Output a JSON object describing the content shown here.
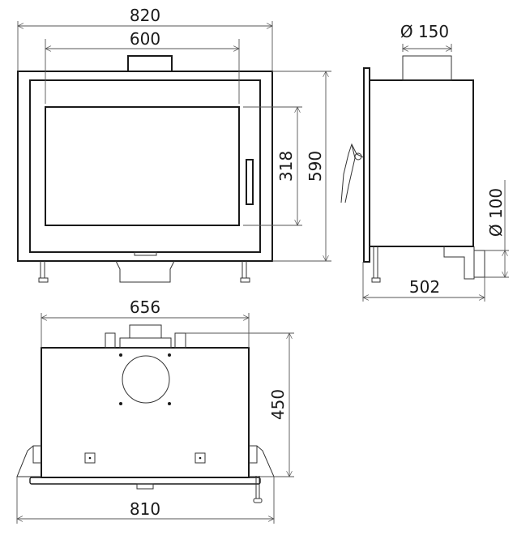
{
  "front_view": {
    "overall_width": "820",
    "glass_width": "600",
    "glass_height": "318",
    "overall_height": "590"
  },
  "side_view": {
    "flue_diameter": "Ø 150",
    "air_inlet_diameter": "Ø 100",
    "depth": "502"
  },
  "top_view": {
    "body_width": "656",
    "overall_width": "810",
    "depth": "450"
  }
}
